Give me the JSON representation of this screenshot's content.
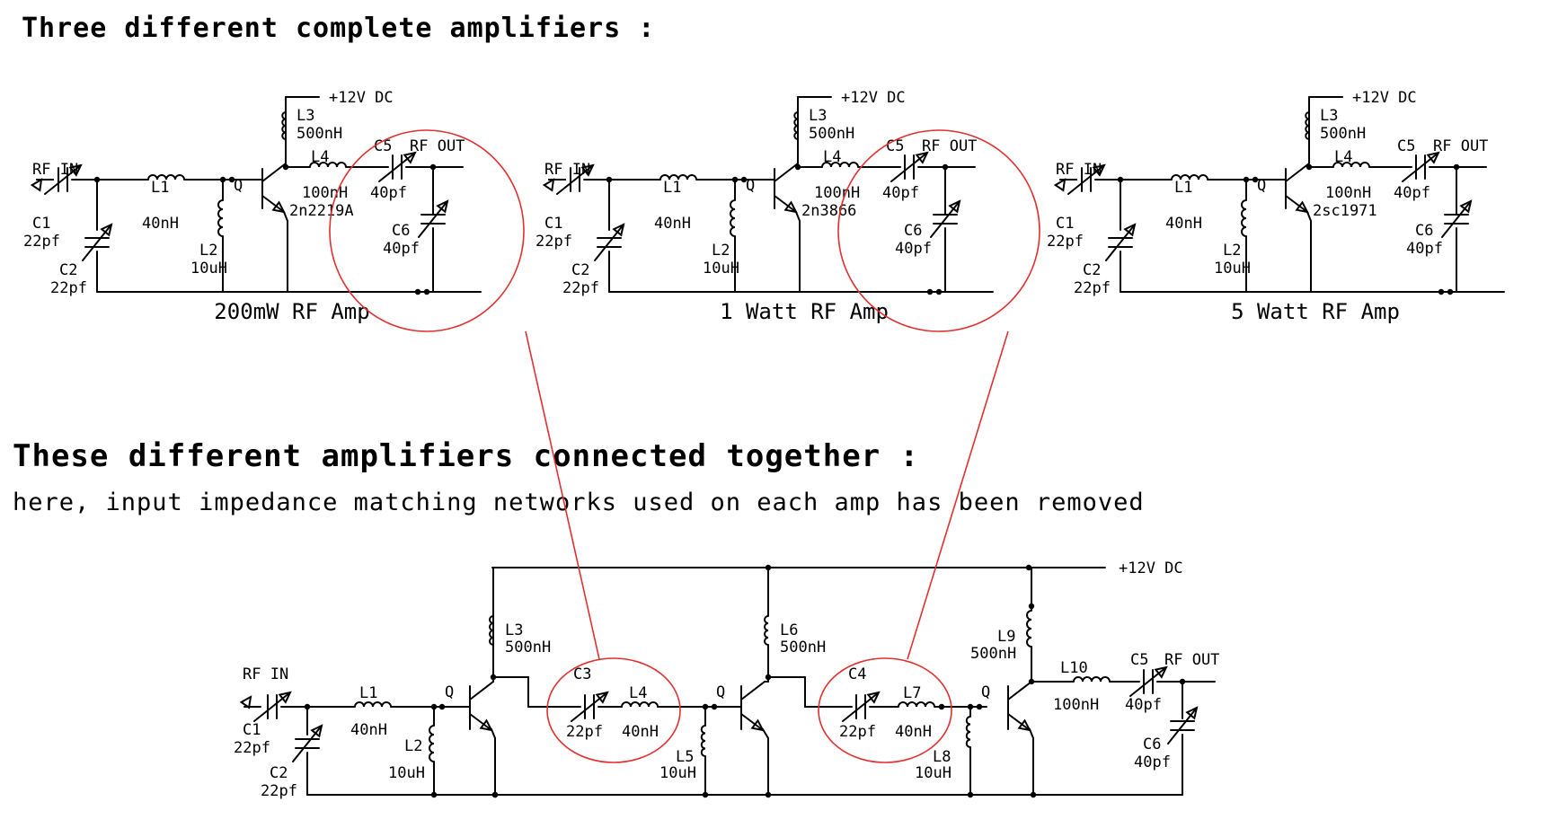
{
  "headings": {
    "top": "Three different complete amplifiers :",
    "middle": "These different amplifiers connected together :",
    "note": "here, input impedance matching networks used on each amp has been removed"
  },
  "stage_template": {
    "rf_in": "RF IN",
    "c1": "C1",
    "c1_val": "22pf",
    "c2": "C2",
    "c2_val": "22pf",
    "l1": "L1",
    "l1_val": "40nH",
    "l2": "L2",
    "l2_val": "10uH",
    "q": "Q",
    "l3": "L3",
    "l3_val": "500nH",
    "supply": "+12V DC",
    "l4": "L4",
    "l4_val": "100nH",
    "c5": "C5",
    "rf_out": "RF OUT",
    "c5_val": "40pf",
    "c6": "C6",
    "c6_val": "40pf"
  },
  "amplifiers": [
    {
      "transistor": "2n2219A",
      "caption": "200mW RF Amp"
    },
    {
      "transistor": "2n3866",
      "caption": "1 Watt RF Amp"
    },
    {
      "transistor": "2sc1971",
      "caption": "5 Watt RF Amp"
    }
  ],
  "chain": {
    "supply": "+12V DC",
    "rf_in": "RF IN",
    "c1": "C1",
    "c1_val": "22pf",
    "c2": "C2",
    "c2_val": "22pf",
    "l1": "L1",
    "l1_val": "40nH",
    "l2": "L2",
    "l2_val": "10uH",
    "q": "Q",
    "l3": "L3",
    "l3_val": "500nH",
    "c3": "C3",
    "c3_val": "22pf",
    "l4": "L4",
    "l4_val": "40nH",
    "l5": "L5",
    "l5_val": "10uH",
    "l6": "L6",
    "l6_val": "500nH",
    "c4": "C4",
    "c4_val": "22pf",
    "l7": "L7",
    "l7_val": "40nH",
    "l8": "L8",
    "l8_val": "10uH",
    "l9": "L9",
    "l9_val": "500nH",
    "l10": "L10",
    "l10_val": "100nH",
    "c5": "C5",
    "c5_val": "40pf",
    "rf_out": "RF OUT",
    "c6": "C6",
    "c6_val": "40pf"
  },
  "colors": {
    "wire": "#000000",
    "highlight": "#e03030",
    "background": "#ffffff"
  }
}
